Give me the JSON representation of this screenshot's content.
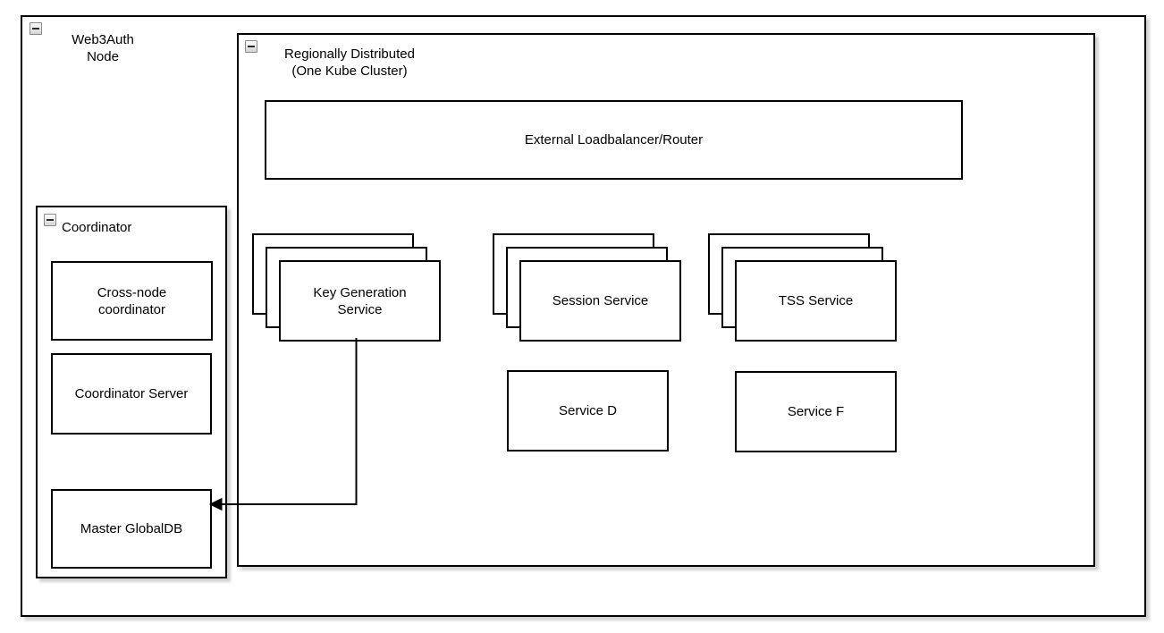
{
  "diagram": {
    "outer_group": {
      "title": "Web3Auth\nNode"
    },
    "region_group": {
      "title": "Regionally Distributed\n(One Kube Cluster)"
    },
    "loadbalancer_label": "External Loadbalancer/Router",
    "stacks": [
      {
        "id": "key-generation-service",
        "label": "Key Generation\nService",
        "visible_replicas": 3
      },
      {
        "id": "session-service",
        "label": "Session Service",
        "visible_replicas": 3
      },
      {
        "id": "tss-service",
        "label": "TSS Service",
        "visible_replicas": 3
      }
    ],
    "services": [
      {
        "id": "service-d",
        "label": "Service D"
      },
      {
        "id": "service-f",
        "label": "Service F"
      }
    ],
    "coordinator_group": {
      "title": "Coordinator",
      "cross_node_label": "Cross-node\ncoordinator",
      "server_label": "Coordinator Server",
      "master_db_label": "Master GlobalDB"
    },
    "connector": {
      "from": "Key Generation Service",
      "to": "Master GlobalDB",
      "arrow": "left"
    },
    "icons": {
      "collapse": "minus-in-square"
    },
    "colors": {
      "stroke": "#000000",
      "fill": "#ffffff",
      "shadow": "#d9d9d9"
    }
  }
}
